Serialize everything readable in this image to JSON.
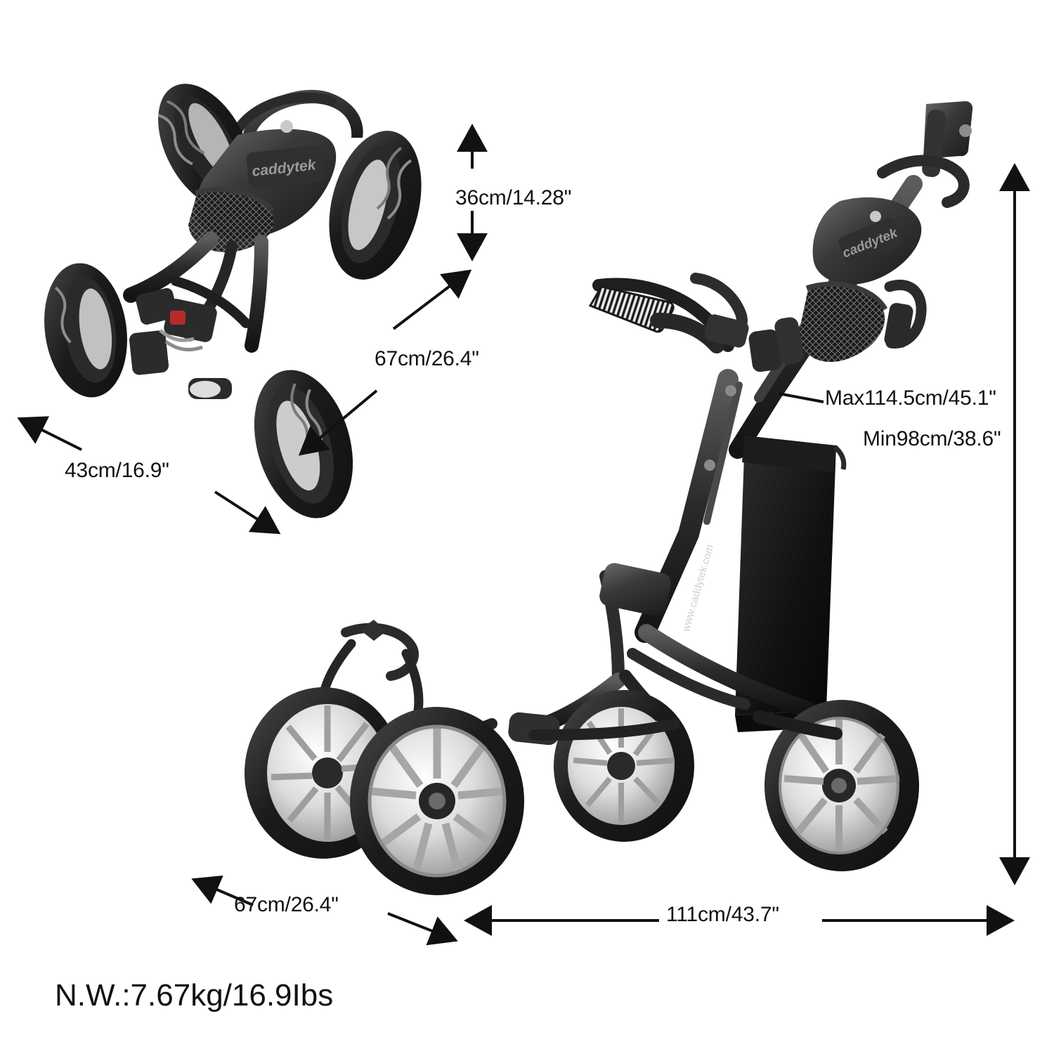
{
  "page": {
    "background_color": "#ffffff",
    "text_color": "#111111"
  },
  "product": {
    "brand_mark": "caddytek",
    "website_mark": "www.caddytek.com"
  },
  "dimensions": {
    "folded_height": "36cm/14.28\"",
    "folded_depth": "67cm/26.4\"",
    "folded_width": "43cm/16.9\"",
    "handle_max_height": "Max114.5cm/45.1\"",
    "handle_min_height": "Min98cm/38.6\"",
    "open_width": "67cm/26.4\"",
    "open_length": "111cm/43.7\""
  },
  "weight": {
    "label": "N.W.:7.67kg/16.9Ibs"
  },
  "icons": {
    "arrow": "dimension-arrow-icon",
    "cart_folded": "golf-cart-folded-illustration",
    "cart_open": "golf-cart-open-illustration"
  }
}
